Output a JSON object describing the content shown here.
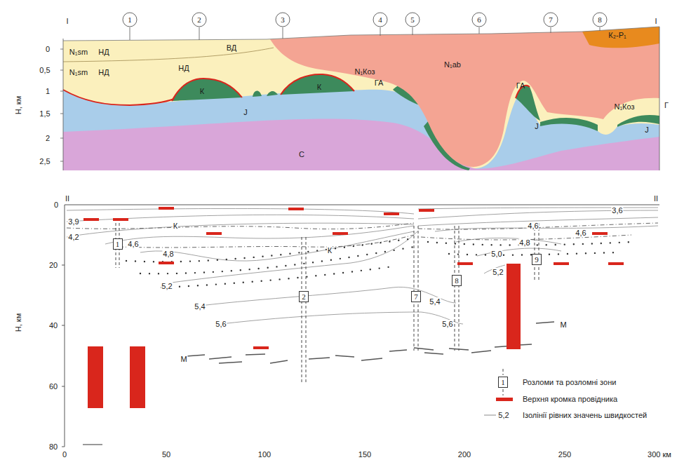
{
  "diagram": {
    "nodes": [
      {
        "text": [
          "1"
        ]
      },
      {
        "text": [
          "2"
        ]
      },
      {
        "text": [
          "3"
        ]
      },
      {
        "text": [
          "4"
        ]
      },
      {
        "text": [
          "5"
        ]
      },
      {
        "text": [
          "6"
        ]
      },
      {
        "text": [
          "7"
        ]
      },
      {
        "text": [
          "8"
        ]
      },
      {
        "text": [
          "1"
        ]
      },
      {
        "text": [
          "2"
        ]
      },
      {
        "text": [
          "7"
        ]
      },
      {
        "text": [
          "8"
        ]
      },
      {
        "text": [
          "9"
        ]
      },
      {
        "text": [
          "1"
        ]
      }
    ],
    "labels": [
      "I",
      "I",
      "Н, км",
      "0",
      "0,5",
      "1",
      "1,5",
      "2",
      "2,5",
      "N₁sm",
      "НД",
      "ВД",
      "N₁sm",
      "НД",
      "НД",
      "К",
      "К",
      "N₁Коз",
      "ГА",
      "N₁ab",
      "ГА",
      "N₁Коз",
      "J",
      "J",
      "J",
      "С",
      "Г",
      "К₂-Р₁",
      "II",
      "II",
      "Н, км",
      "0",
      "20",
      "40",
      "60",
      "80",
      "0",
      "50",
      "100",
      "150",
      "200",
      "250",
      "300 км",
      "3,9",
      "4,2",
      "4,6",
      "4,8",
      "5,2",
      "5,4",
      "5,6",
      "5,4",
      "5,6",
      "5,0",
      "5,2",
      "4,8",
      "4,6",
      "4,6",
      "3,6",
      "К",
      "К",
      "М",
      "М",
      "5,2"
    ],
    "legend": [
      {
        "text": "Розломи та розломні зони"
      },
      {
        "text": "Верхня кромка провідника",
        "color": "#d9261c"
      },
      {
        "text": "Ізолінії рівних значень швидкостей"
      }
    ]
  }
}
